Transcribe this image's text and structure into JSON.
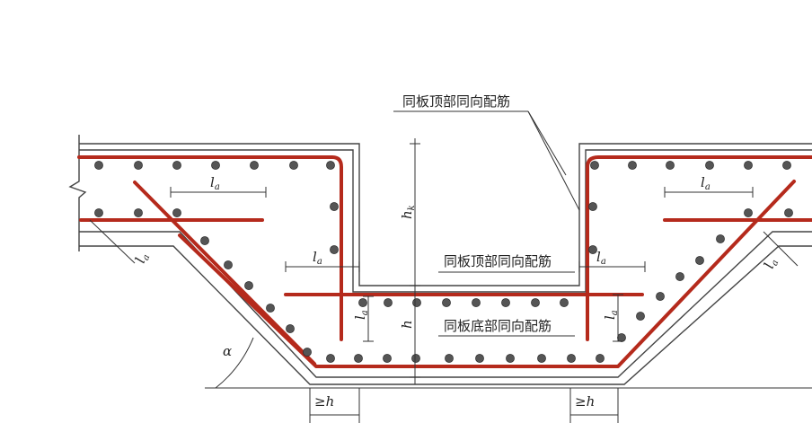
{
  "labels": {
    "top_callout": "同板顶部同向配筋",
    "middle_top": "同板顶部同向配筋",
    "middle_bottom": "同板底部同向配筋",
    "anchor": "l",
    "anchor_sub": "a",
    "height_k": "h",
    "height_k_sub": "k",
    "height": "h",
    "min_len": "≥h",
    "angle": "α"
  },
  "colors": {
    "rebar": "#b52a1c",
    "dot": "#555555",
    "outline": "#444444"
  }
}
